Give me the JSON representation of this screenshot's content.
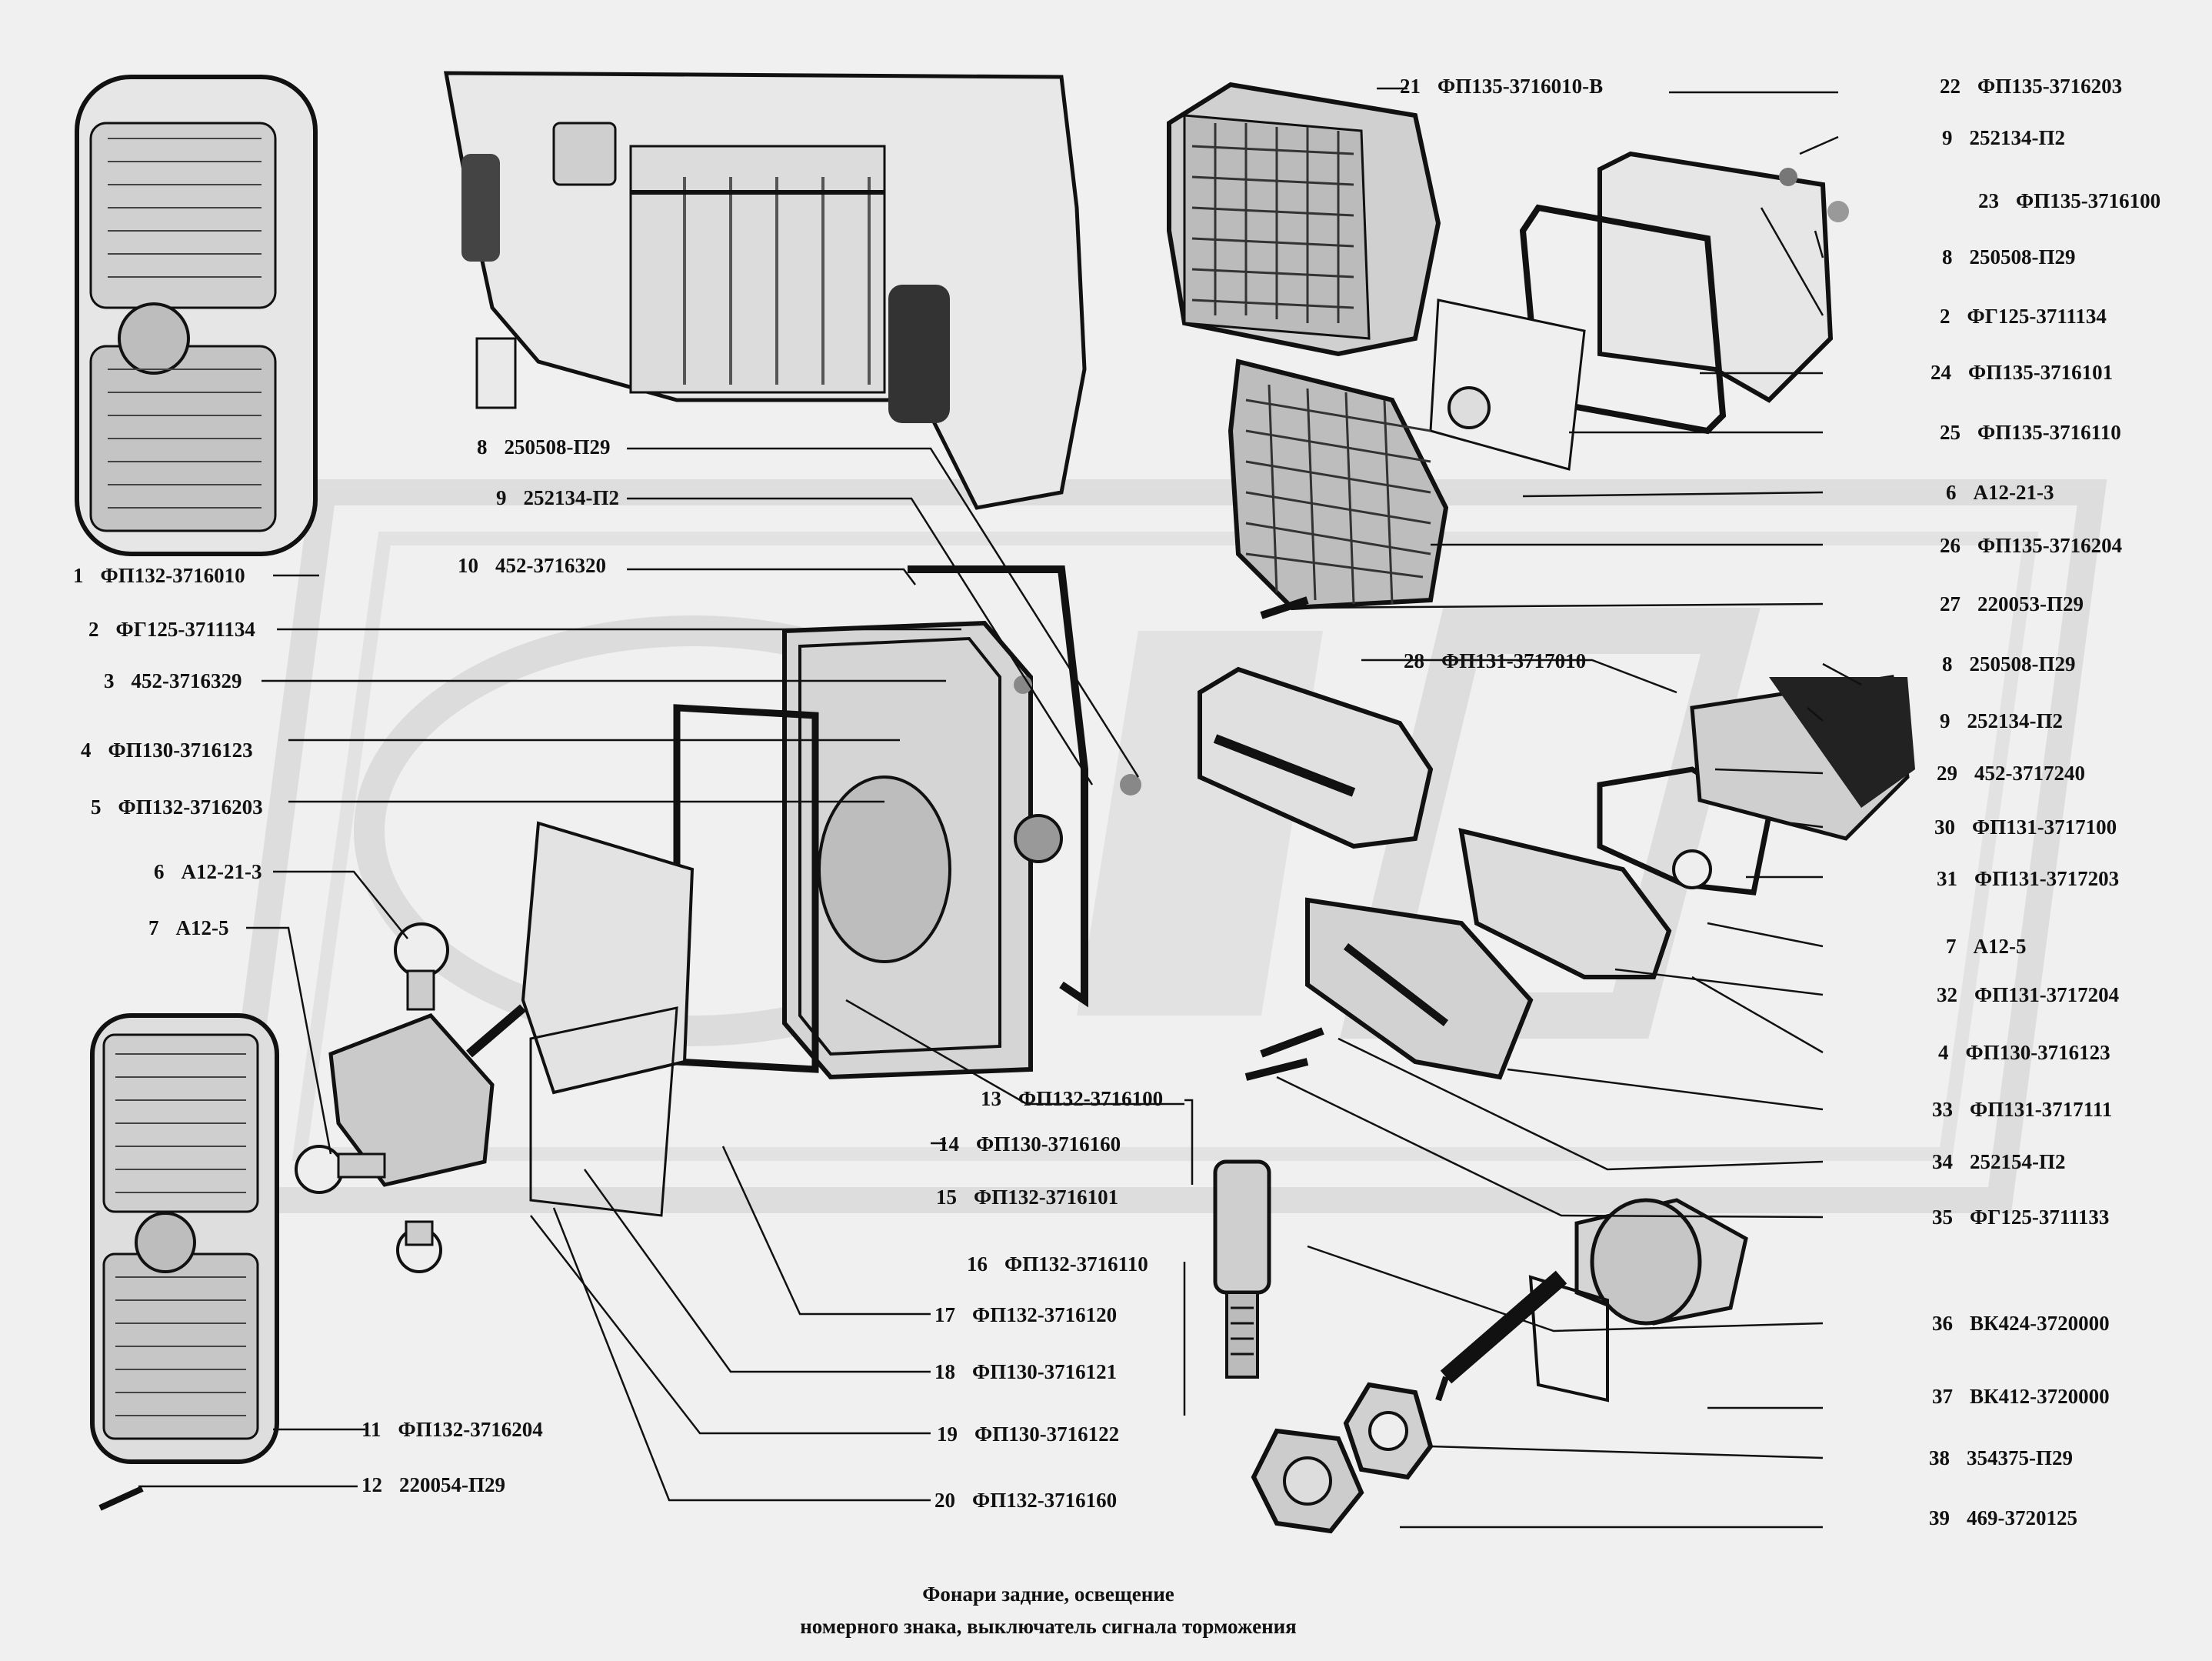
{
  "caption": {
    "line1": "Фонари задние, освещение",
    "line2": "номерного знака, выключатель сигнала торможения"
  },
  "labels": [
    {
      "num": "1",
      "code": "ФП132-3716010"
    },
    {
      "num": "2",
      "code": "ФГ125-3711134"
    },
    {
      "num": "3",
      "code": "452-3716329"
    },
    {
      "num": "4",
      "code": "ФП130-3716123"
    },
    {
      "num": "5",
      "code": "ФП132-3716203"
    },
    {
      "num": "6",
      "code": "А12-21-3"
    },
    {
      "num": "7",
      "code": "А12-5"
    },
    {
      "num": "8",
      "code": "250508-П29"
    },
    {
      "num": "9",
      "code": "252134-П2"
    },
    {
      "num": "10",
      "code": "452-3716320"
    },
    {
      "num": "11",
      "code": "ФП132-3716204"
    },
    {
      "num": "12",
      "code": "220054-П29"
    },
    {
      "num": "13",
      "code": "ФП132-3716100"
    },
    {
      "num": "14",
      "code": "ФП130-3716160"
    },
    {
      "num": "15",
      "code": "ФП132-3716101"
    },
    {
      "num": "16",
      "code": "ФП132-3716110"
    },
    {
      "num": "17",
      "code": "ФП132-3716120"
    },
    {
      "num": "18",
      "code": "ФП130-3716121"
    },
    {
      "num": "19",
      "code": "ФП130-3716122"
    },
    {
      "num": "20",
      "code": "ФП132-3716160"
    },
    {
      "num": "21",
      "code": "ФП135-3716010-В"
    },
    {
      "num": "22",
      "code": "ФП135-3716203"
    },
    {
      "num": "9",
      "code": "252134-П2"
    },
    {
      "num": "23",
      "code": "ФП135-3716100"
    },
    {
      "num": "8",
      "code": "250508-П29"
    },
    {
      "num": "2",
      "code": "ФГ125-3711134"
    },
    {
      "num": "24",
      "code": "ФП135-3716101"
    },
    {
      "num": "25",
      "code": "ФП135-3716110"
    },
    {
      "num": "6",
      "code": "А12-21-3"
    },
    {
      "num": "26",
      "code": "ФП135-3716204"
    },
    {
      "num": "27",
      "code": "220053-П29"
    },
    {
      "num": "28",
      "code": "ФП131-3717010"
    },
    {
      "num": "8",
      "code": "250508-П29"
    },
    {
      "num": "9",
      "code": "252134-П2"
    },
    {
      "num": "29",
      "code": "452-3717240"
    },
    {
      "num": "30",
      "code": "ФП131-3717100"
    },
    {
      "num": "31",
      "code": "ФП131-3717203"
    },
    {
      "num": "7",
      "code": "А12-5"
    },
    {
      "num": "32",
      "code": "ФП131-3717204"
    },
    {
      "num": "4",
      "code": "ФП130-3716123"
    },
    {
      "num": "33",
      "code": "ФП131-3717111"
    },
    {
      "num": "34",
      "code": "252154-П2"
    },
    {
      "num": "35",
      "code": "ФГ125-3711133"
    },
    {
      "num": "36",
      "code": "ВК424-3720000"
    },
    {
      "num": "37",
      "code": "ВК412-3720000"
    },
    {
      "num": "38",
      "code": "354375-П29"
    },
    {
      "num": "39",
      "code": "469-3720125"
    }
  ]
}
